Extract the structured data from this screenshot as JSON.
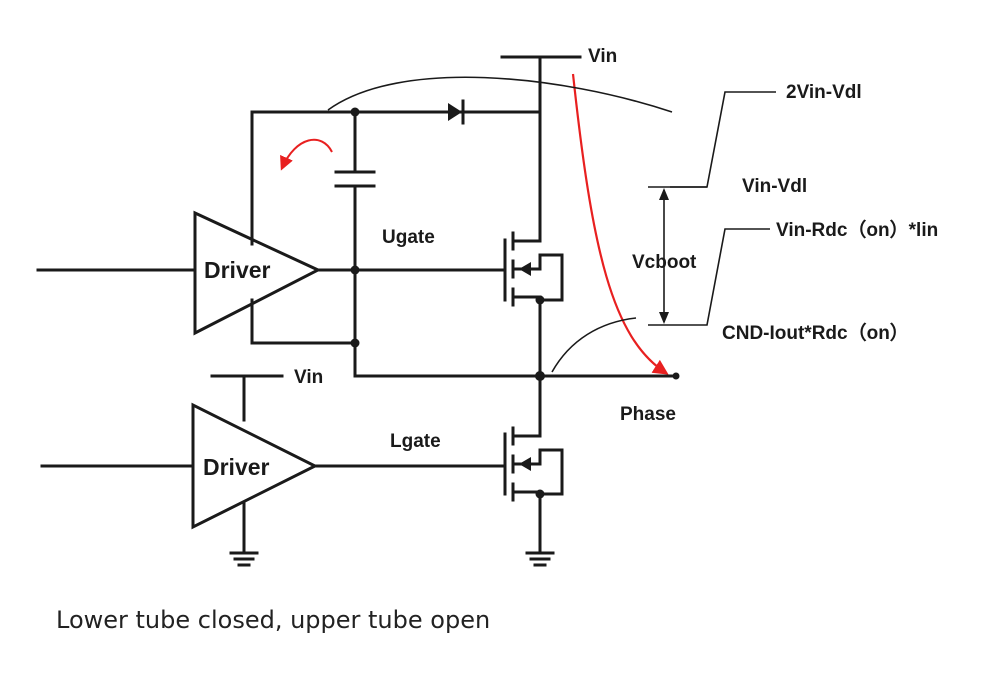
{
  "labels": {
    "vin_top": "Vin",
    "vin_low": "Vin",
    "two_vin_vdl": "2Vin-Vdl",
    "vin_vdl": "Vin-Vdl",
    "vin_rdc": "Vin-Rdc（on）*lin",
    "vcboot": "Vcboot",
    "cnd": "CND-Iout*Rdc（on）",
    "ugate": "Ugate",
    "lgate": "Lgate",
    "phase": "Phase",
    "driver_top": "Driver",
    "driver_bottom": "Driver"
  },
  "caption": "Lower tube closed, upper tube open",
  "colors": {
    "wire": "#1a1a1a",
    "current_arrow": "#e82020"
  }
}
